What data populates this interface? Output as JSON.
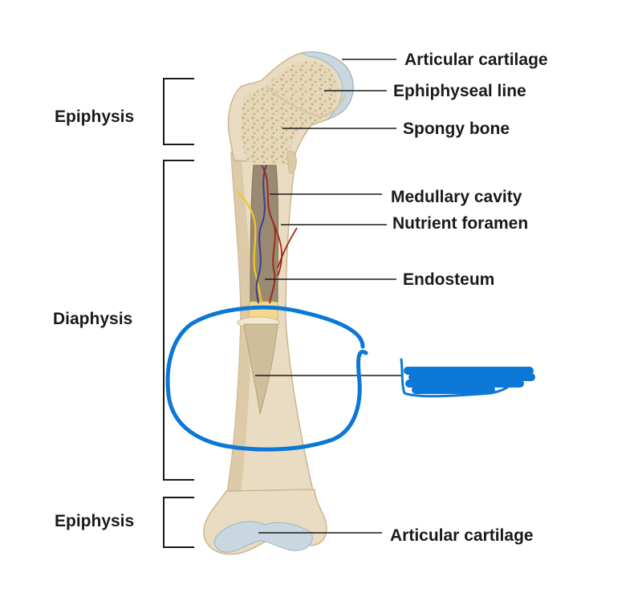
{
  "regions": {
    "epiphysis_top": "Epiphysis",
    "diaphysis": "Diaphysis",
    "epiphysis_bottom": "Epiphysis"
  },
  "labels": {
    "articular_cartilage_top": "Articular cartilage",
    "epiphyseal_line": "Ephiphyseal line",
    "spongy_bone": "Spongy bone",
    "medullary_cavity": "Medullary cavity",
    "nutrient_foramen": "Nutrient foramen",
    "endosteum": "Endosteum",
    "articular_cartilage_bottom": "Articular cartilage"
  },
  "colors": {
    "bone": "#e9dcc2",
    "bone_shade": "#d2bf9b",
    "cartilage": "#c9d7e0",
    "artery": "#a0291e",
    "vein": "#3c3f8f",
    "nerve": "#f1c72b",
    "marker": "#0b77d6"
  }
}
